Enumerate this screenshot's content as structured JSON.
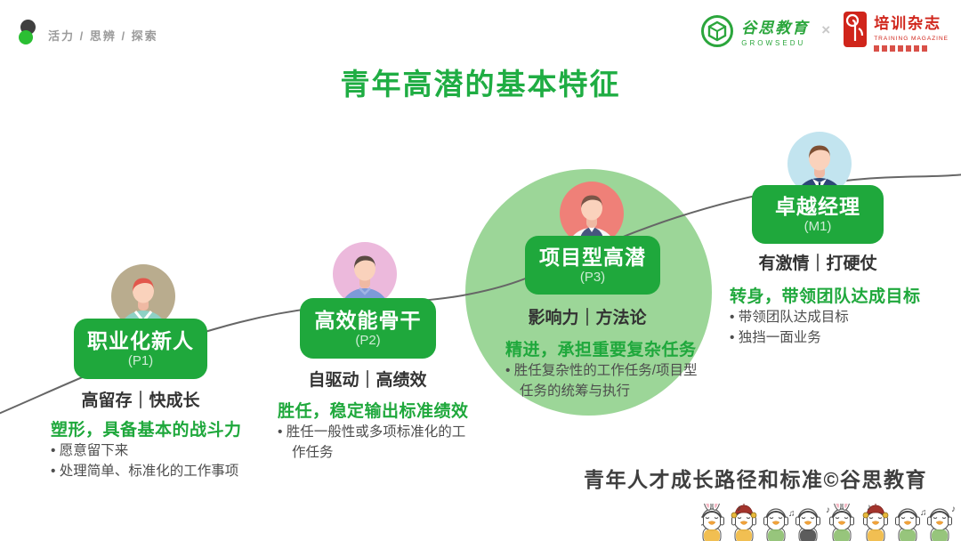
{
  "header": {
    "brand_tagline": "活力 / 思辨 / 探索",
    "logo_growsedu": {
      "name": "谷思教育",
      "subname": "GROWSEDU"
    },
    "logo_separator": "×",
    "logo_training": {
      "name": "培训杂志",
      "subname": "TRAINING MAGAZINE"
    }
  },
  "title": "青年高潜的基本特征",
  "stages": [
    {
      "title": "职业化新人",
      "level": "(P1)",
      "tagline": "高留存｜快成长",
      "headline": "塑形，具备基本的战斗力",
      "bullets": [
        "愿意留下来",
        "处理简单、标准化的工作事项"
      ]
    },
    {
      "title": "高效能骨干",
      "level": "(P2)",
      "tagline": "自驱动｜高绩效",
      "headline": "胜任，稳定输出标准绩效",
      "bullets": [
        "胜任一般性或多项标准化的工作任务"
      ]
    },
    {
      "title": "项目型高潜",
      "level": "(P3)",
      "tagline": "影响力｜方法论",
      "headline": "精进，承担重要复杂任务",
      "bullets": [
        "胜任复杂性的工作任务/项目型任务的统筹与执行"
      ]
    },
    {
      "title": "卓越经理",
      "level": "(M1)",
      "tagline": "有激情｜打硬仗",
      "headline": "转身，带领团队达成目标",
      "bullets": [
        "带领团队达成目标",
        "独挡一面业务"
      ]
    }
  ],
  "caption": "青年人才成长路径和标准©谷思教育",
  "decorations": {
    "music_note_a": "♪",
    "music_note_b": "♫"
  },
  "colors": {
    "accent_green": "#1FA83C",
    "highlight_circle_green": "#9CD698",
    "logo_red": "#D0251B",
    "text_dark": "#3F3F3F"
  }
}
